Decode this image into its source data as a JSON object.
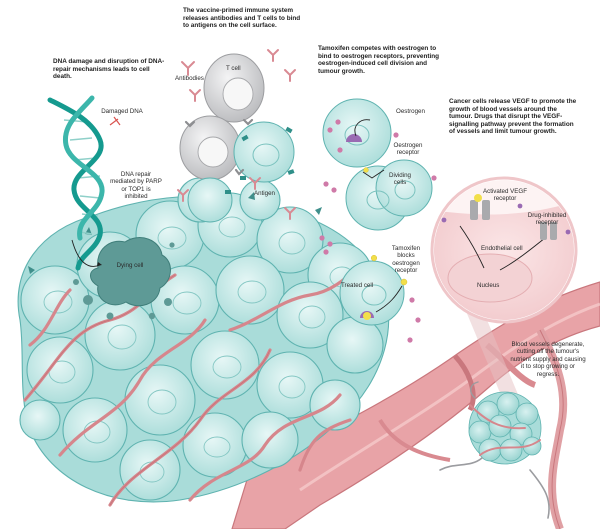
{
  "headings": {
    "dna": "DNA damage and disruption of DNA-repair mechanisms leads to cell death.",
    "vaccine": "The vaccine-primed immune system releases antibodies and T cells to bind to antigens on the cell surface.",
    "tamoxifen": "Tamoxifen competes with oestrogen to bind to oestrogen receptors, preventing oestrogen-induced cell division and tumour growth.",
    "vegf": "Cancer cells release VEGF to promote the growth of blood vessels around the tumour. Drugs that disrupt the VEGF-signalling pathway prevent the formation of vessels and limit tumour growth."
  },
  "labels": {
    "damaged_dna": "Damaged DNA",
    "dna_repair": "DNA repair mediated by PARP or TOP1 is inhibited",
    "dying_cell": "Dying cell",
    "antibodies": "Antibodies",
    "t_cell": "T cell",
    "antigen": "Antigen",
    "oestrogen": "Oestrogen",
    "oestrogen_receptor": "Oestrogen receptor",
    "dividing_cells": "Dividing cells",
    "tamoxifen_blocks": "Tamoxifen blocks oestrogen receptor",
    "treated_cell": "Treated cell",
    "activated_vegf": "Activated VEGF receptor",
    "drug_inhibited": "Drug-inhibited receptor",
    "endothelial": "Endothelial cell",
    "nucleus": "Nucleus",
    "vessels_degenerate": "Blood vessels degenerate, cutting off the tumour's nutrient supply and causing it to stop growing or regress."
  },
  "colors": {
    "cell_fill": "#bfe6e4",
    "cell_stroke": "#5fb3b0",
    "vessel": "#e39a9e",
    "vessel_dark": "#c9777d",
    "dna": "#159a8f",
    "dying_cell": "#5e9a96",
    "t_cell": "#d3d4d6",
    "antibody": "#d98a93",
    "oestrogen": "#cf7aa8",
    "tamoxifen": "#f2df4a",
    "receptor": "#9a6bb3"
  },
  "icons": [
    "dna-helix-icon",
    "t-cell-icon",
    "antibody-icon",
    "antigen-icon",
    "oestrogen-molecule-icon",
    "tamoxifen-molecule-icon",
    "vegf-receptor-icon",
    "magnifier-icon"
  ]
}
